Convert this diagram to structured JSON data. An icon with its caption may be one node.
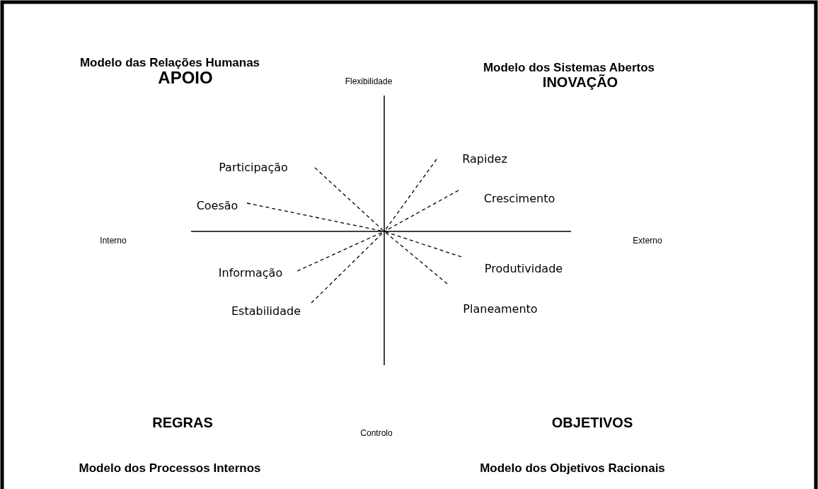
{
  "diagram": {
    "nodes": [
      {
        "text": [
          "Participação"
        ]
      },
      {
        "text": [
          "Coesão"
        ]
      },
      {
        "text": [
          "Rapidez"
        ]
      },
      {
        "text": [
          "Crescimento"
        ]
      },
      {
        "text": [
          "Informação"
        ]
      },
      {
        "text": [
          "Estabilidade"
        ]
      },
      {
        "text": [
          "Produtividade"
        ]
      },
      {
        "text": [
          "Planeamento"
        ]
      }
    ],
    "edges": [
      {
        "from": 0,
        "to": null,
        "arrow": "none",
        "style": "dashed"
      },
      {
        "from": 1,
        "to": null,
        "arrow": "none",
        "style": "dashed"
      },
      {
        "from": 2,
        "to": null,
        "arrow": "none",
        "style": "dashed"
      },
      {
        "from": 3,
        "to": null,
        "arrow": "none",
        "style": "dashed"
      },
      {
        "from": 4,
        "to": null,
        "arrow": "none",
        "style": "dashed"
      },
      {
        "from": 5,
        "to": null,
        "arrow": "none",
        "style": "dashed"
      },
      {
        "from": 6,
        "to": null,
        "arrow": "none",
        "style": "dashed"
      },
      {
        "from": 7,
        "to": null,
        "arrow": "none",
        "style": "dashed"
      }
    ],
    "labels": [
      "Modelo das Relações Humanas",
      "Modelo dos Sistemas Abertos",
      "APOIO",
      "Flexibilidade",
      "INOVAÇÃO",
      "Interno",
      "Externo",
      "REGRAS",
      "OBJETIVOS",
      "Controlo",
      "Modelo dos Processos Internos",
      "Modelo dos Objetivos Racionais"
    ]
  }
}
